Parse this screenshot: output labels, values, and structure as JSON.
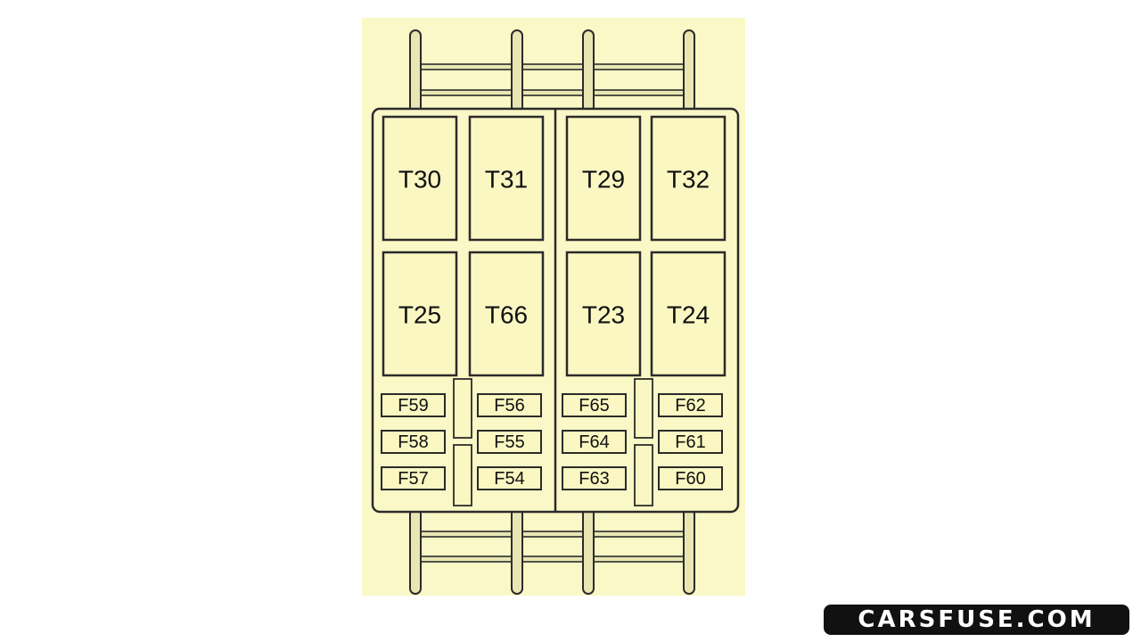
{
  "colors": {
    "panel_background": "#FAF8C6",
    "outline": "#2B2B2B",
    "relay_fill": "#FAF7C2",
    "rail_fill": "#E9E6B4"
  },
  "fuse_box": {
    "relays": [
      {
        "id": "T30",
        "label": "T30"
      },
      {
        "id": "T31",
        "label": "T31"
      },
      {
        "id": "T29",
        "label": "T29"
      },
      {
        "id": "T32",
        "label": "T32"
      },
      {
        "id": "T25",
        "label": "T25"
      },
      {
        "id": "T66",
        "label": "T66"
      },
      {
        "id": "T23",
        "label": "T23"
      },
      {
        "id": "T24",
        "label": "T24"
      }
    ],
    "fuses": [
      {
        "id": "F59",
        "label": "F59"
      },
      {
        "id": "F56",
        "label": "F56"
      },
      {
        "id": "F65",
        "label": "F65"
      },
      {
        "id": "F62",
        "label": "F62"
      },
      {
        "id": "F58",
        "label": "F58"
      },
      {
        "id": "F55",
        "label": "F55"
      },
      {
        "id": "F64",
        "label": "F64"
      },
      {
        "id": "F61",
        "label": "F61"
      },
      {
        "id": "F57",
        "label": "F57"
      },
      {
        "id": "F54",
        "label": "F54"
      },
      {
        "id": "F63",
        "label": "F63"
      },
      {
        "id": "F60",
        "label": "F60"
      }
    ]
  },
  "watermark": {
    "text": "CARSFUSE.COM"
  }
}
